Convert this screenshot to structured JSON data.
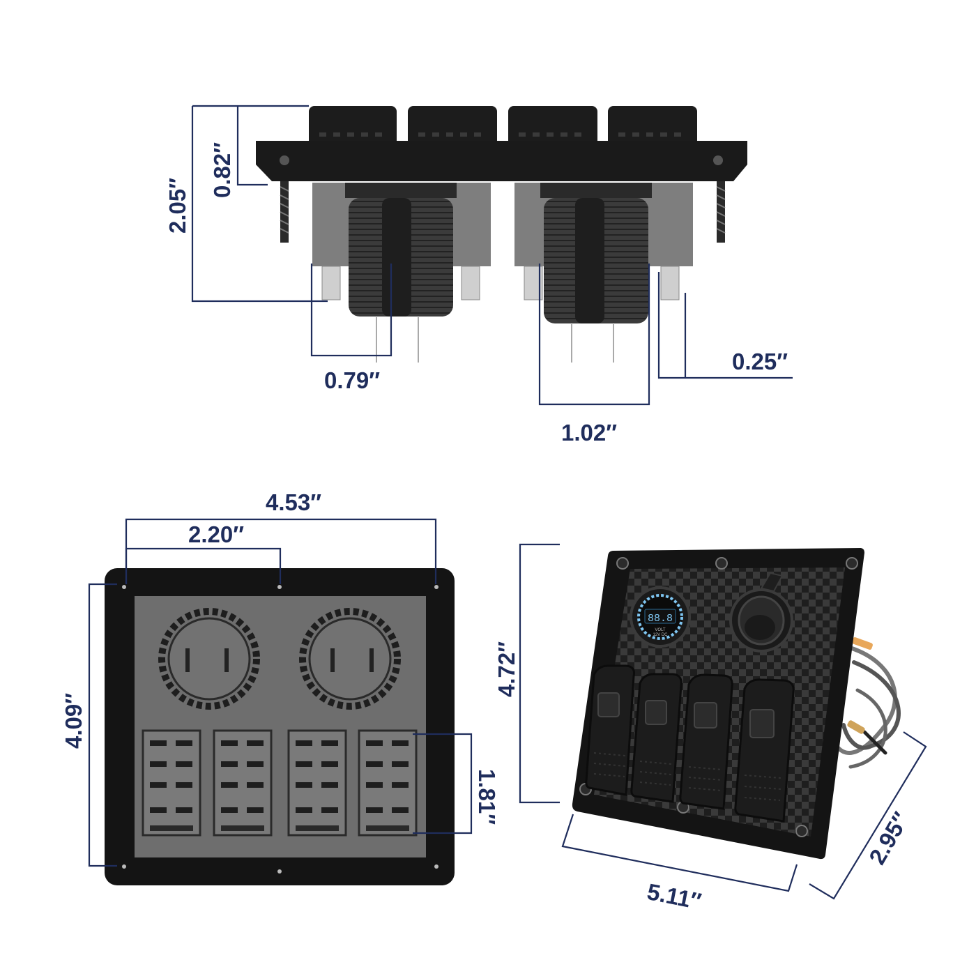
{
  "colors": {
    "dimension": "#1f2d5c",
    "panel_black": "#141414",
    "panel_gray": "#6e6e6e",
    "carbon_dark": "#1e1e1e",
    "carbon_light": "#3a3a3a",
    "voltmeter_display": "#7fc6f2"
  },
  "side_view": {
    "dimensions": {
      "total_depth": "2.05″",
      "flange_height": "0.82″",
      "socket_width": "0.79″",
      "socket_width_large": "1.02″",
      "terminal_width": "0.25″"
    }
  },
  "front_view": {
    "dimensions": {
      "overall_width": "4.53″",
      "socket_spacing": "2.20″",
      "overall_height": "4.09″",
      "switch_height": "1.81″"
    }
  },
  "product_view": {
    "voltmeter": {
      "digits": "88.8",
      "label_line1": "VOLT",
      "label_line2": "12V DC"
    },
    "dimensions": {
      "height": "4.72″",
      "width": "5.11″",
      "depth": "2.95″"
    }
  }
}
